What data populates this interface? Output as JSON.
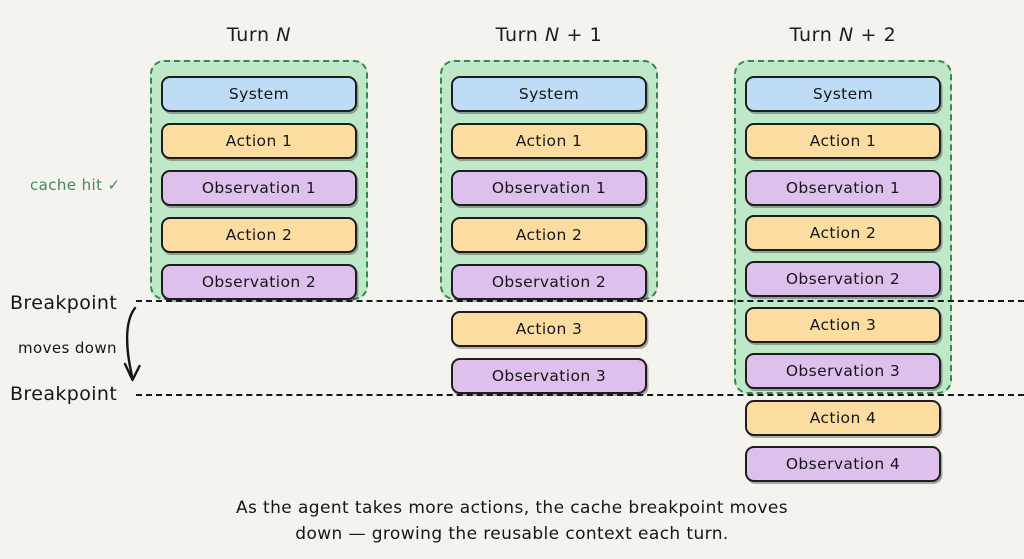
{
  "background_color": "#f5f3ee",
  "palette": {
    "system": "#bfdcf7",
    "action": "#fbdda1",
    "observation": "#ddc1ec",
    "cache_fill": "#bfe8c8",
    "cache_border": "#37854f",
    "ink": "#15151a",
    "cache_hit_text": "#3d8b5a"
  },
  "columns": [
    {
      "id": "turn-n",
      "header_prefix": "Turn ",
      "header_var": "N",
      "header_suffix": "",
      "header_full": "Turn N",
      "cached_count": 5,
      "rows": [
        {
          "label": "System",
          "kind": "system",
          "cached": true
        },
        {
          "label": "Action 1",
          "kind": "action",
          "cached": true
        },
        {
          "label": "Observation 1",
          "kind": "observation",
          "cached": true
        },
        {
          "label": "Action 2",
          "kind": "action",
          "cached": true
        },
        {
          "label": "Observation 2",
          "kind": "observation",
          "cached": true
        }
      ]
    },
    {
      "id": "turn-n-plus-1",
      "header_prefix": "Turn ",
      "header_var": "N",
      "header_suffix": " + 1",
      "header_full": "Turn N + 1",
      "cached_count": 5,
      "rows": [
        {
          "label": "System",
          "kind": "system",
          "cached": true
        },
        {
          "label": "Action 1",
          "kind": "action",
          "cached": true
        },
        {
          "label": "Observation 1",
          "kind": "observation",
          "cached": true
        },
        {
          "label": "Action 2",
          "kind": "action",
          "cached": true
        },
        {
          "label": "Observation 2",
          "kind": "observation",
          "cached": true
        },
        {
          "label": "Action 3",
          "kind": "action",
          "cached": false
        },
        {
          "label": "Observation 3",
          "kind": "observation",
          "cached": false
        }
      ]
    },
    {
      "id": "turn-n-plus-2",
      "header_prefix": "Turn ",
      "header_var": "N",
      "header_suffix": " + 2",
      "header_full": "Turn N + 2",
      "cached_count": 7,
      "rows": [
        {
          "label": "System",
          "kind": "system",
          "cached": true
        },
        {
          "label": "Action 1",
          "kind": "action",
          "cached": true
        },
        {
          "label": "Observation 1",
          "kind": "observation",
          "cached": true
        },
        {
          "label": "Action 2",
          "kind": "action",
          "cached": true
        },
        {
          "label": "Observation 2",
          "kind": "observation",
          "cached": true
        },
        {
          "label": "Action 3",
          "kind": "action",
          "cached": true
        },
        {
          "label": "Observation 3",
          "kind": "observation",
          "cached": true
        },
        {
          "label": "Action 4",
          "kind": "action",
          "cached": false
        },
        {
          "label": "Observation 4",
          "kind": "observation",
          "cached": false
        }
      ]
    }
  ],
  "annotations": {
    "cache_hit": "cache hit ✓",
    "moves_down": "moves down",
    "breakpoint_upper": "Breakpoint",
    "breakpoint_lower": "Breakpoint",
    "arrow_icon": "curved-down-arrow-icon"
  },
  "caption": {
    "line1": "As the agent takes more actions, the cache breakpoint moves",
    "line2": "down — growing the reusable context each turn."
  }
}
